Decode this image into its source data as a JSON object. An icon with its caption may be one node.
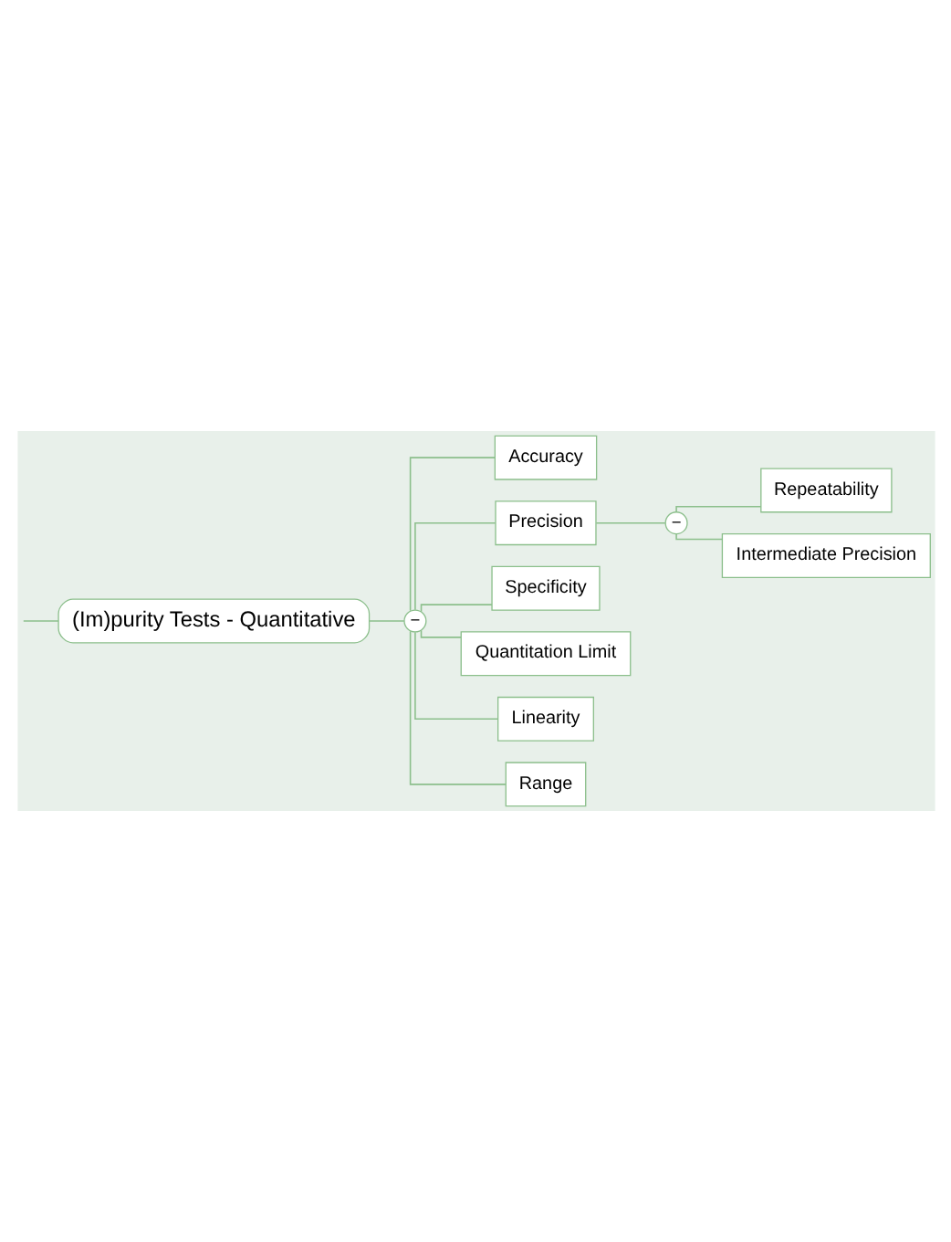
{
  "diagram": {
    "nodes": [
      {
        "text": [
          "(Im)purity Tests - Quantitative"
        ]
      },
      {
        "text": [
          "−"
        ]
      },
      {
        "text": [
          "Accuracy"
        ]
      },
      {
        "text": [
          "Precision"
        ]
      },
      {
        "text": [
          "−"
        ]
      },
      {
        "text": [
          "Repeatability"
        ]
      },
      {
        "text": [
          "Intermediate Precision"
        ]
      },
      {
        "text": [
          "Specificity"
        ]
      },
      {
        "text": [
          "Quantitation Limit"
        ]
      },
      {
        "text": [
          "Linearity"
        ]
      },
      {
        "text": [
          "Range"
        ]
      }
    ],
    "edges": [
      {
        "from": null,
        "to": 0,
        "arrow": "none"
      },
      {
        "from": 0,
        "to": 1,
        "arrow": "none"
      },
      {
        "from": 1,
        "to": 2,
        "arrow": "none"
      },
      {
        "from": 1,
        "to": 3,
        "arrow": "none"
      },
      {
        "from": 3,
        "to": 4,
        "arrow": "none"
      },
      {
        "from": 4,
        "to": 5,
        "arrow": "none"
      },
      {
        "from": 4,
        "to": 6,
        "arrow": "none"
      },
      {
        "from": 1,
        "to": 7,
        "arrow": "none"
      },
      {
        "from": 1,
        "to": 8,
        "arrow": "none"
      },
      {
        "from": 1,
        "to": 9,
        "arrow": "none"
      },
      {
        "from": 1,
        "to": 10,
        "arrow": "none"
      }
    ]
  }
}
